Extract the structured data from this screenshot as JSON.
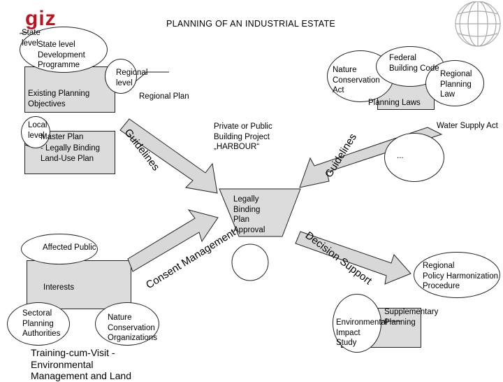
{
  "brand": {
    "logo": "giz",
    "accent": "#c1121f"
  },
  "title": "PLANNING OF AN INDUSTRIAL ESTATE",
  "left": {
    "state_level": "State\nlevel",
    "state_programme": "State level\nDevelopment\nProgramme",
    "existing_objectives": "Existing Planning\nObjectives",
    "regional_level": "Regional\nlevel",
    "regional_plan": "Regional Plan",
    "local_level": "Local\nlevel",
    "master_plan": "Master Plan\n- Legally Binding\nLand-Use Plan",
    "guidelines": "Guidelines"
  },
  "right": {
    "nature_act": "Nature\nConservation\nAct",
    "federal_code": "Federal\nBuilding Code",
    "regional_law": "Regional\nPlanning\nLaw",
    "planning_laws": "Planning Laws",
    "water_act": "Water Supply Act",
    "ellipsis": "...",
    "guidelines": "Guidelines"
  },
  "center": {
    "project": "Private or Public\nBuilding Project\n„HARBOUR“",
    "binding_plan": "Legally\nBinding\nPlan\nApproval",
    "consent": "Consent Management",
    "decision": "Decision Support"
  },
  "bottom_left": {
    "affected_public": "Affected Public",
    "interests": "Interests",
    "sectoral": "Sectoral\nPlanning\nAuthorities",
    "nature_orgs": "Nature\nConservation\nOrganizations"
  },
  "bottom_right": {
    "policy": "Regional\nPolicy Harmonization\nProcedure",
    "eia": "Environmental\nImpact\nStudy",
    "supplementary": "Supplementary\nPlanning"
  },
  "footer": "Training-cum-Visit -\nEnvironmental\nManagement and Land"
}
